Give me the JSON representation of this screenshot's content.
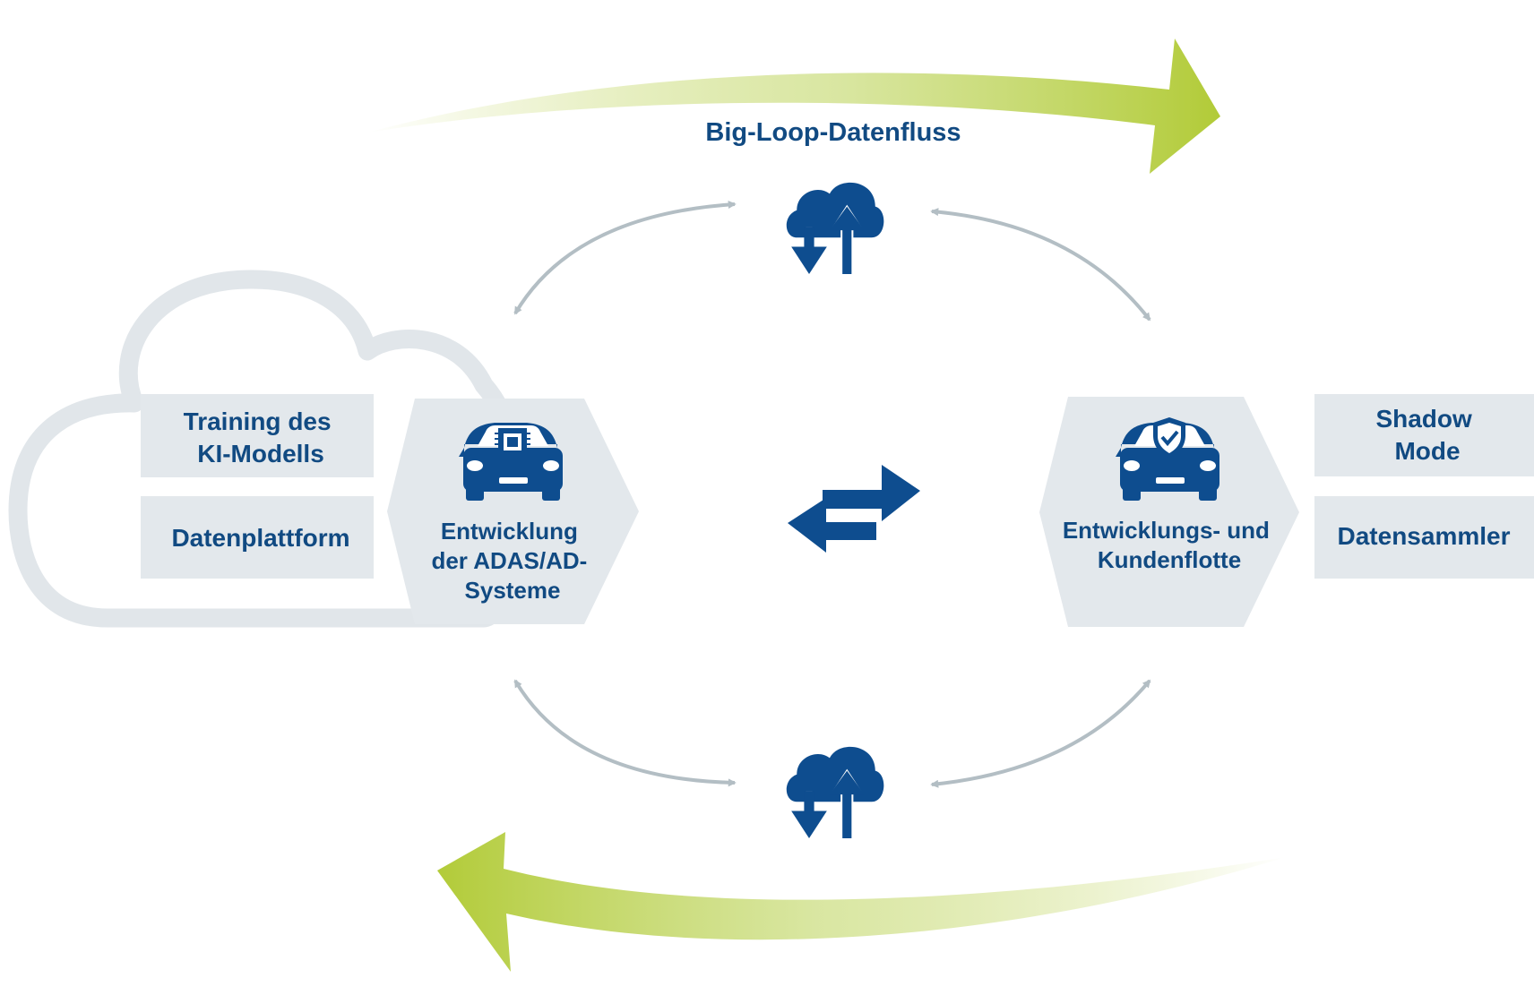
{
  "title": "Big-Loop-Datenfluss",
  "left_cloud": {
    "box_training": [
      "Training des",
      "KI-Modells"
    ],
    "box_platform": "Datenplattform"
  },
  "left_hexagon": {
    "icon": "car-chip-icon",
    "label": [
      "Entwicklung",
      "der ADAS/AD-",
      "Systeme"
    ]
  },
  "right_hexagon": {
    "icon": "car-shield-icon",
    "label": [
      "Entwicklungs- und",
      "Kundenflotte"
    ]
  },
  "right_boxes": {
    "box_shadow": [
      "Shadow",
      "Mode"
    ],
    "box_collector": "Datensammler"
  },
  "icons": {
    "top_cloud": "cloud-transfer-icon",
    "bottom_cloud": "cloud-transfer-icon",
    "center": "swap-arrows-icon"
  },
  "colors": {
    "primary_blue": "#114a82",
    "icon_blue": "#0e4d8f",
    "box_grey": "#e3e8ec",
    "cloud_outline": "#e1e6ea",
    "connector_grey": "#b3bec4",
    "flow_green": "#b5cd3d"
  }
}
